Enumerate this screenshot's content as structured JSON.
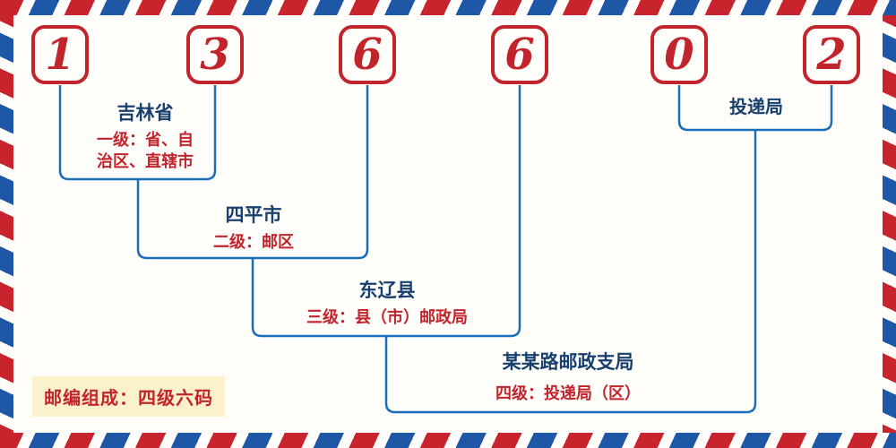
{
  "postal_code": {
    "digits": [
      "1",
      "3",
      "6",
      "6",
      "0",
      "2"
    ]
  },
  "levels": [
    {
      "name": "吉林省",
      "desc": "一级：省、自\n治区、直辖市"
    },
    {
      "name": "四平市",
      "desc": "二级：邮区"
    },
    {
      "name": "东辽县",
      "desc": "三级：县（市）邮政局"
    },
    {
      "name": "某某路邮政支局",
      "desc": "四级：投递局（区）"
    }
  ],
  "delivery_office": {
    "label": "投递局"
  },
  "note": {
    "text": "邮编组成：四级六码"
  },
  "colors": {
    "digit_red": "#c2242b",
    "line_blue": "#1a6db8",
    "name_navy": "#17406e",
    "desc_red": "#c2242b",
    "note_bg": "#fbf2cb",
    "border_red": "#c8242e",
    "border_blue": "#1e57a5",
    "background": "#fffefa"
  }
}
